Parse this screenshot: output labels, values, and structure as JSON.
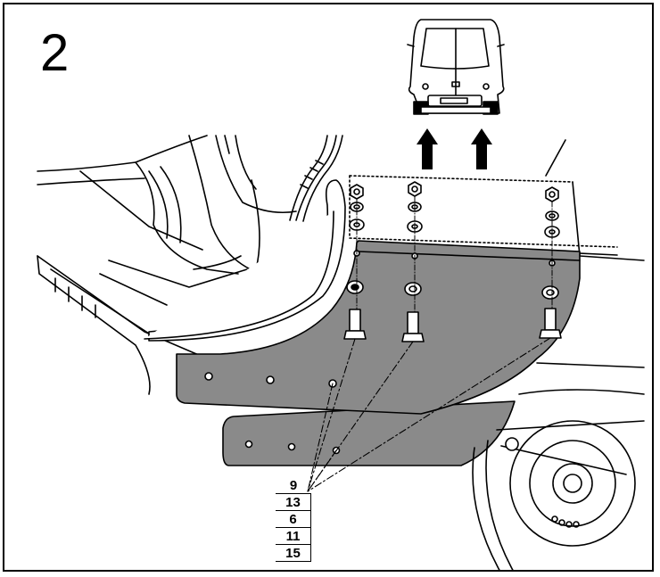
{
  "step_number": "2",
  "part_numbers": [
    "9",
    "13",
    "6",
    "11",
    "15"
  ]
}
